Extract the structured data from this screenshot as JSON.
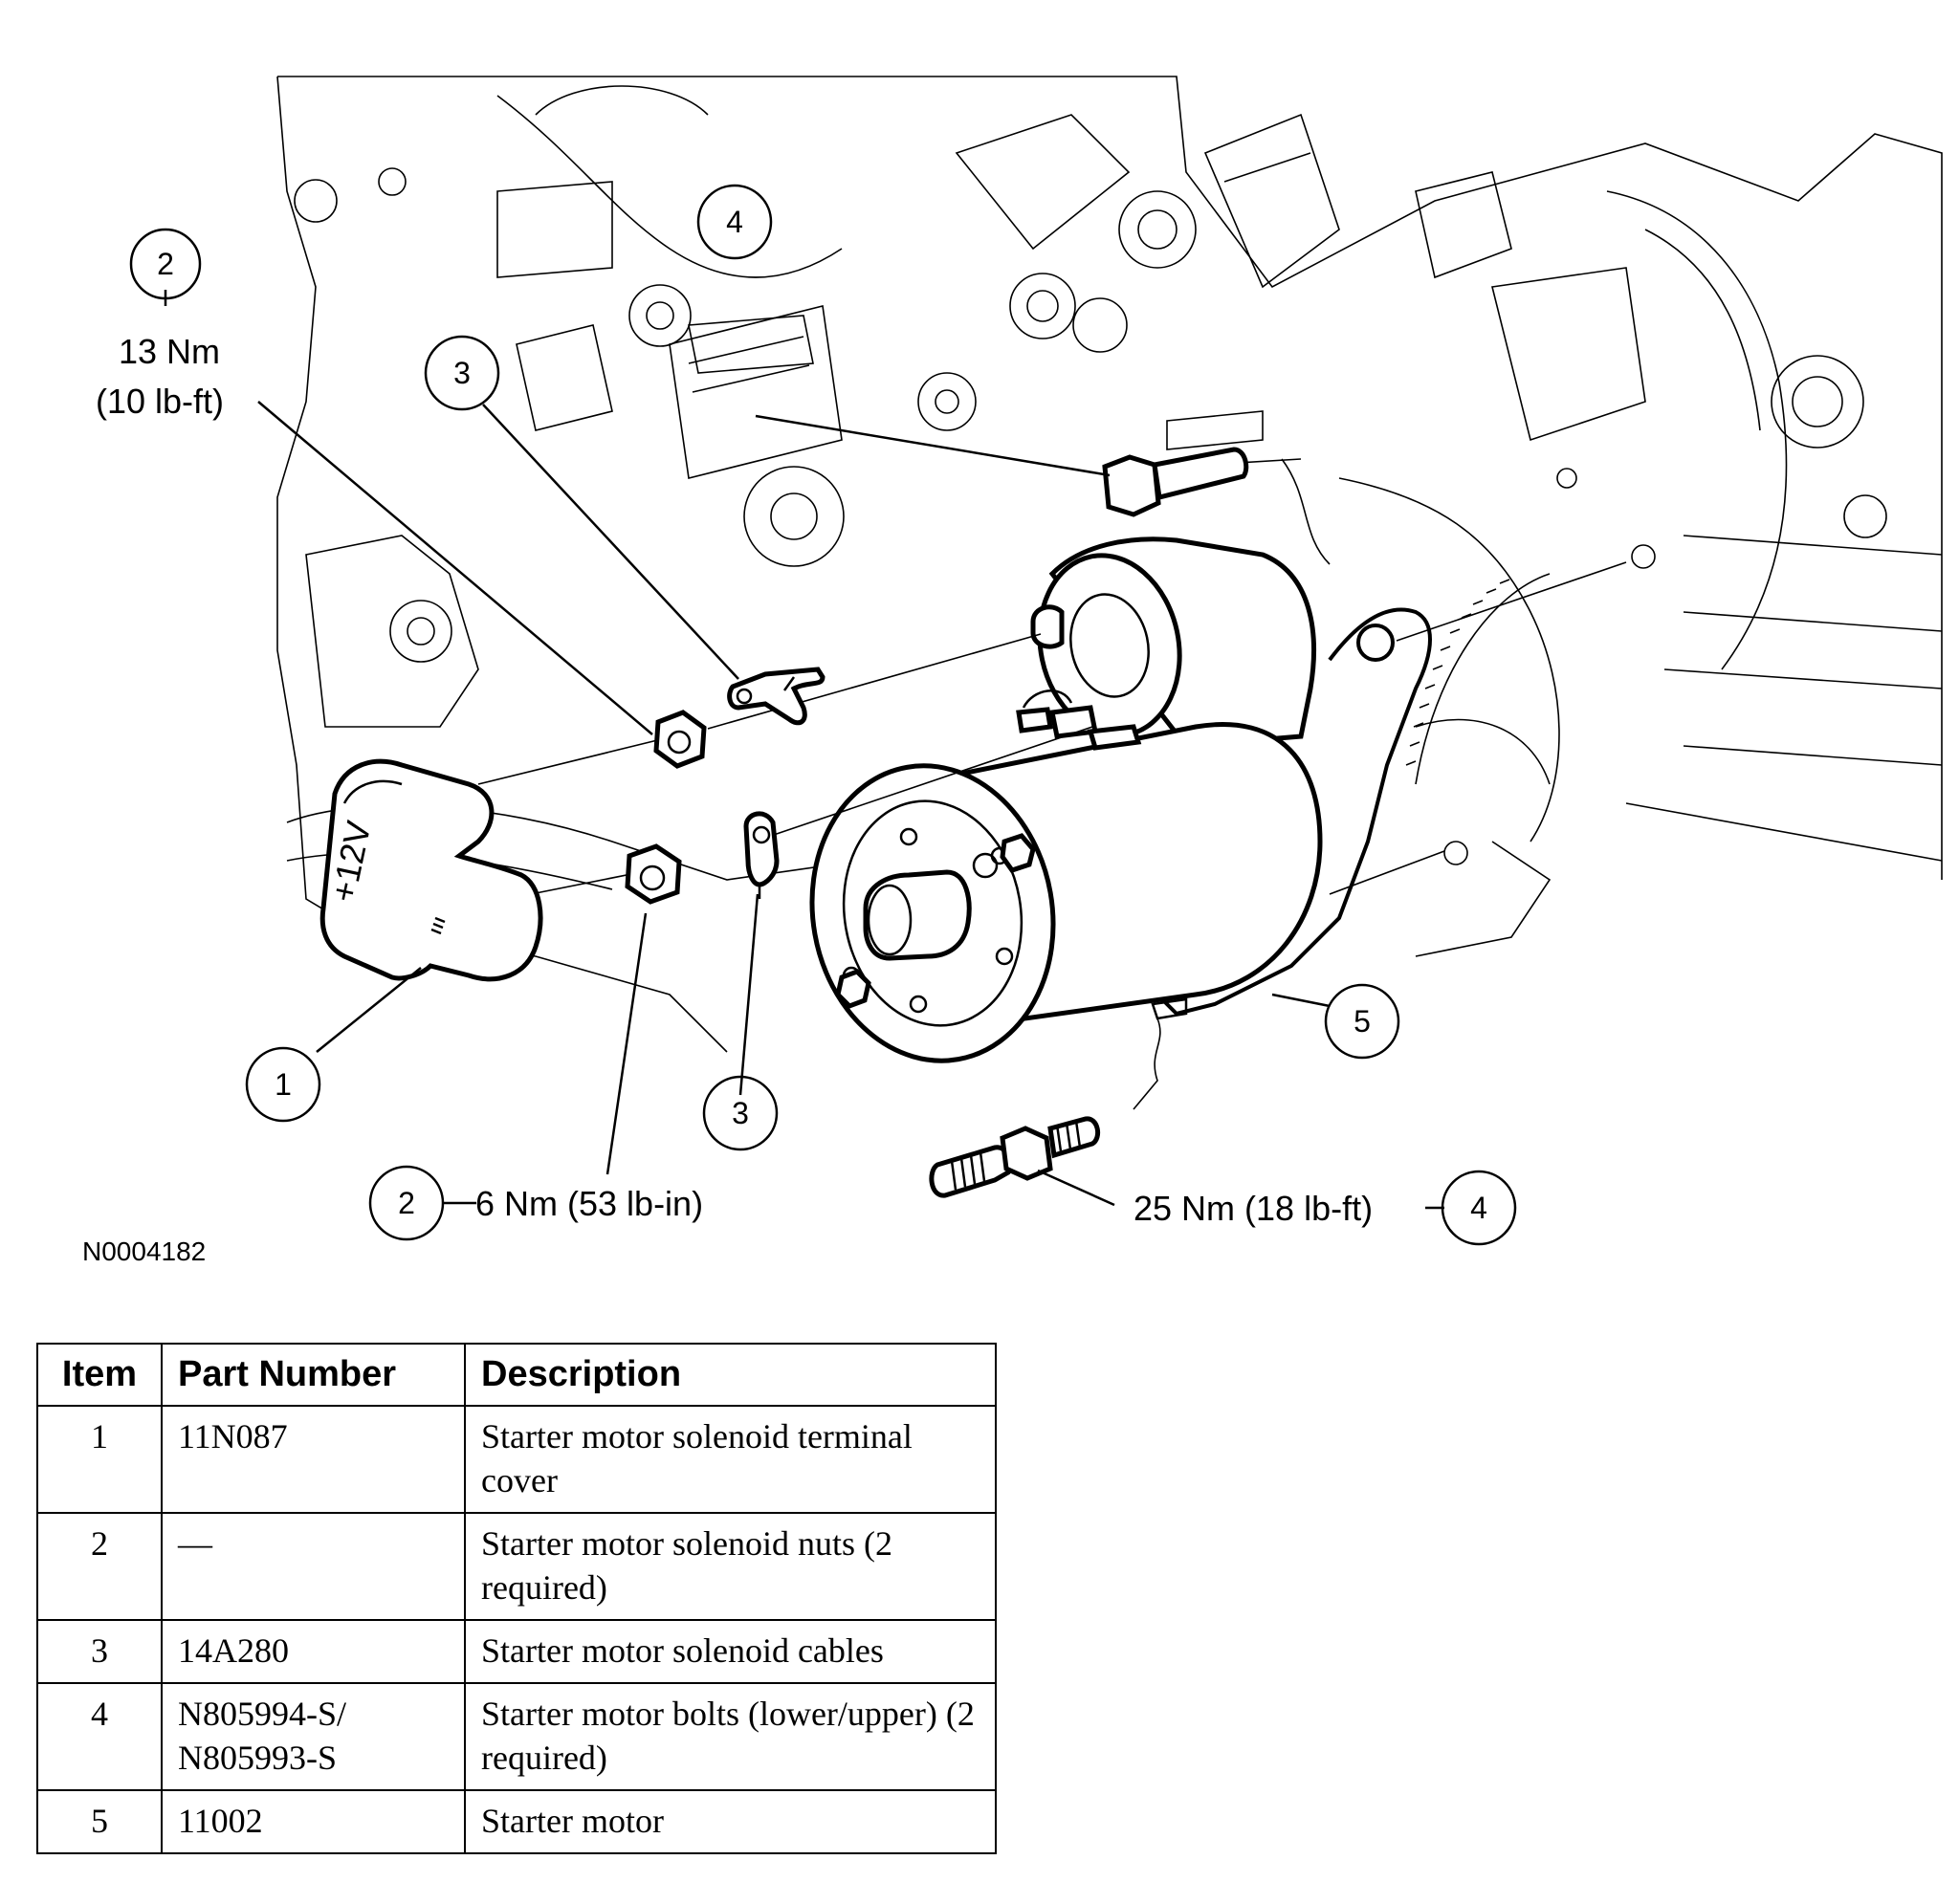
{
  "figure": {
    "id": "N0004182",
    "callouts": [
      {
        "num": "2",
        "torque": [
          "13 Nm",
          "(10 lb-ft)"
        ]
      },
      {
        "num": "4"
      },
      {
        "num": "3"
      },
      {
        "num": "1"
      },
      {
        "num": "3"
      },
      {
        "num": "2",
        "torque": "6 Nm (53 lb-in)"
      },
      {
        "num": "5"
      },
      {
        "num": "4",
        "torque": "25 Nm (18 lb-ft)"
      }
    ],
    "cover_label": "+12V"
  },
  "table": {
    "headers": [
      "Item",
      "Part Number",
      "Description"
    ],
    "rows": [
      {
        "item": "1",
        "part": "11N087",
        "desc": "Starter motor solenoid terminal cover"
      },
      {
        "item": "2",
        "part": "—",
        "desc": "Starter motor solenoid nuts (2 required)"
      },
      {
        "item": "3",
        "part": "14A280",
        "desc": "Starter motor solenoid cables"
      },
      {
        "item": "4",
        "part": "N805994-S/ N805993-S",
        "desc": "Starter motor bolts (lower/upper) (2 required)"
      },
      {
        "item": "5",
        "part": "11002",
        "desc": "Starter motor"
      }
    ]
  }
}
